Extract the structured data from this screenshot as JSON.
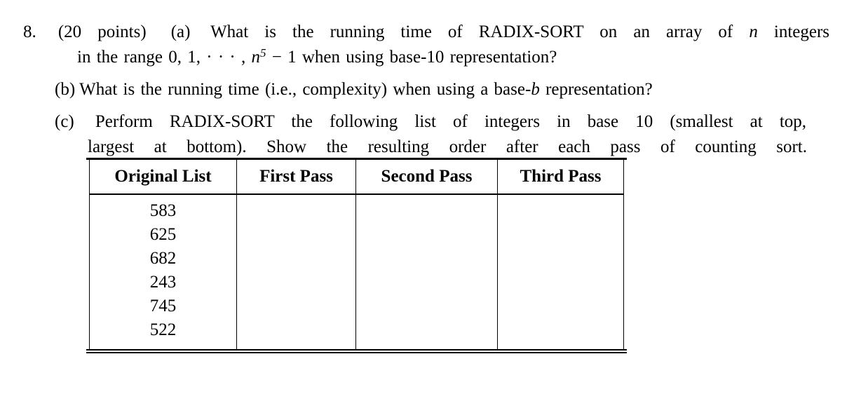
{
  "colors": {
    "background": "#ffffff",
    "text": "#000000",
    "rule": "#000000"
  },
  "problem": {
    "number": "8.",
    "points": "(20 points)",
    "part_a": {
      "label": "(a)",
      "line1_text": "What is the running time of RADIX-SORT on an array of",
      "line1_var": "n",
      "line1_tail": "integers",
      "line2_pre": "in the range 0, 1, · · · , ",
      "line2_var": "n",
      "line2_sup": "5",
      "line2_tail": " − 1 when using base-10 representation?"
    },
    "part_b": {
      "label": "(b)",
      "text_pre": "What is the running time (i.e., complexity) when using a base-",
      "text_var": "b",
      "text_tail": " representation?"
    },
    "part_c": {
      "label": "(c)",
      "line1": "Perform RADIX-SORT the following list of integers in base 10 (smallest at top,",
      "line2": "largest at bottom).  Show the resulting order after each pass of counting sort."
    }
  },
  "table": {
    "headers": [
      "Original List",
      "First Pass",
      "Second Pass",
      "Third Pass"
    ],
    "rows": [
      [
        "583",
        "",
        "",
        ""
      ],
      [
        "625",
        "",
        "",
        ""
      ],
      [
        "682",
        "",
        "",
        ""
      ],
      [
        "243",
        "",
        "",
        ""
      ],
      [
        "745",
        "",
        "",
        ""
      ],
      [
        "522",
        "",
        "",
        ""
      ]
    ]
  }
}
